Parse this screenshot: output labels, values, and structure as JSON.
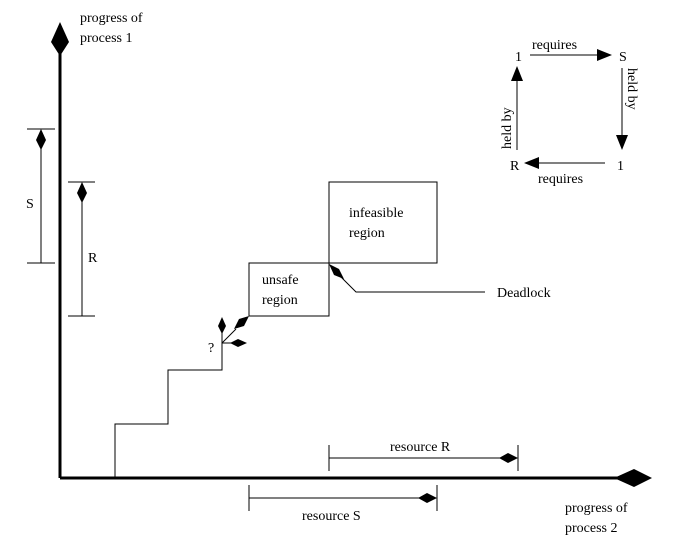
{
  "axes": {
    "y_label_line1": "progress of",
    "y_label_line2": "process 1",
    "x_label_line1": "progress of",
    "x_label_line2": "process 2"
  },
  "resources": {
    "s_left": "S",
    "r_left": "R",
    "resource_r": "resource R",
    "resource_s": "resource S"
  },
  "regions": {
    "infeasible_line1": "infeasible",
    "infeasible_line2": "region",
    "unsafe_line1": "unsafe",
    "unsafe_line2": "region",
    "deadlock": "Deadlock",
    "question": "?"
  },
  "cycle": {
    "top_left": "1",
    "top_right": "S",
    "bottom_left": "R",
    "bottom_right": "1",
    "top_edge": "requires",
    "bottom_edge": "requires",
    "right_edge": "held by",
    "left_edge": "held by"
  }
}
